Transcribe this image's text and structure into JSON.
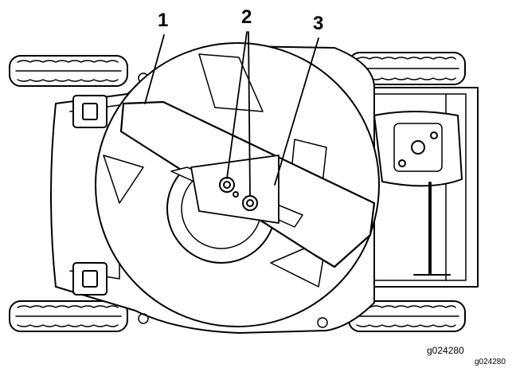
{
  "callouts": [
    {
      "label": "1",
      "part": "blade"
    },
    {
      "label": "2",
      "part": "blade-bolts"
    },
    {
      "label": "3",
      "part": "blade-edge"
    }
  ],
  "figure_id_inner": "g024280",
  "figure_id_outer": "g024280",
  "colors": {
    "line": "#000000",
    "background": "#ffffff",
    "blade_fill": "#ffffff"
  }
}
